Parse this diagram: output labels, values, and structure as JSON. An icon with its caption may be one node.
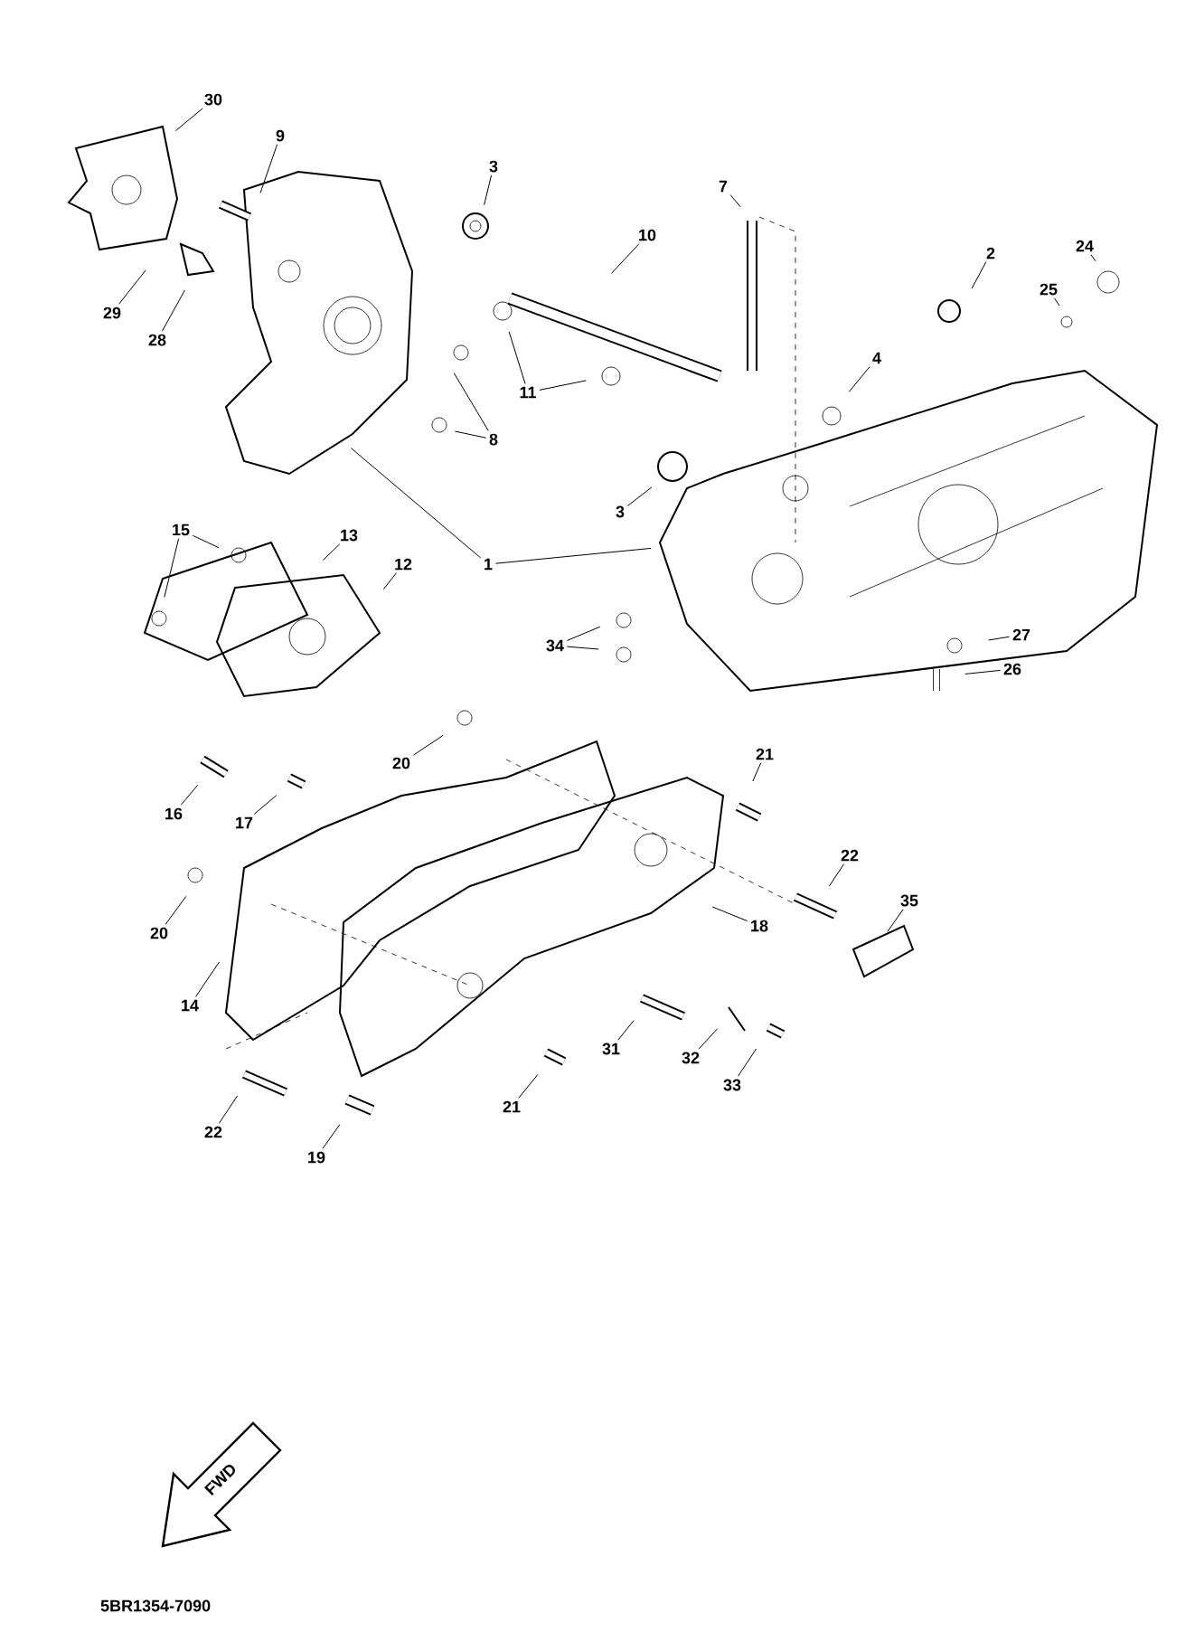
{
  "diagram": {
    "nodes": [
      {
        "text": [
          "30"
        ]
      },
      {
        "text": [
          "9"
        ]
      },
      {
        "text": [
          "3"
        ]
      },
      {
        "text": [
          "7"
        ]
      },
      {
        "text": [
          "10"
        ]
      },
      {
        "text": [
          "24"
        ]
      },
      {
        "text": [
          "2"
        ]
      },
      {
        "text": [
          "25"
        ]
      },
      {
        "text": [
          "29"
        ]
      },
      {
        "text": [
          "28"
        ]
      },
      {
        "text": [
          "11"
        ]
      },
      {
        "text": [
          "8"
        ]
      },
      {
        "text": [
          "4"
        ]
      },
      {
        "text": [
          "3"
        ]
      },
      {
        "text": [
          "1"
        ]
      },
      {
        "text": [
          "15"
        ]
      },
      {
        "text": [
          "13"
        ]
      },
      {
        "text": [
          "12"
        ]
      },
      {
        "text": [
          "34"
        ]
      },
      {
        "text": [
          "27"
        ]
      },
      {
        "text": [
          "26"
        ]
      },
      {
        "text": [
          "20"
        ]
      },
      {
        "text": [
          "21"
        ]
      },
      {
        "text": [
          "16"
        ]
      },
      {
        "text": [
          "17"
        ]
      },
      {
        "text": [
          "22"
        ]
      },
      {
        "text": [
          "35"
        ]
      },
      {
        "text": [
          "20"
        ]
      },
      {
        "text": [
          "18"
        ]
      },
      {
        "text": [
          "14"
        ]
      },
      {
        "text": [
          "31"
        ]
      },
      {
        "text": [
          "32"
        ]
      },
      {
        "text": [
          "33"
        ]
      },
      {
        "text": [
          "21"
        ]
      },
      {
        "text": [
          "22"
        ]
      },
      {
        "text": [
          "19"
        ]
      },
      {
        "text": [
          "FWD"
        ]
      }
    ],
    "edges": [
      {
        "from": 0,
        "to": null,
        "arrow": "none"
      },
      {
        "from": 1,
        "to": null,
        "arrow": "none"
      },
      {
        "from": 2,
        "to": null,
        "arrow": "none"
      },
      {
        "from": 3,
        "to": null,
        "arrow": "none"
      },
      {
        "from": 4,
        "to": null,
        "arrow": "none"
      },
      {
        "from": 5,
        "to": null,
        "arrow": "none"
      },
      {
        "from": 6,
        "to": null,
        "arrow": "none"
      },
      {
        "from": 7,
        "to": null,
        "arrow": "none"
      },
      {
        "from": 8,
        "to": null,
        "arrow": "none"
      },
      {
        "from": 9,
        "to": null,
        "arrow": "none"
      },
      {
        "from": 10,
        "to": null,
        "arrow": "none"
      },
      {
        "from": 10,
        "to": null,
        "arrow": "none"
      },
      {
        "from": 11,
        "to": null,
        "arrow": "none"
      },
      {
        "from": 11,
        "to": null,
        "arrow": "none"
      },
      {
        "from": 12,
        "to": null,
        "arrow": "none"
      },
      {
        "from": 13,
        "to": null,
        "arrow": "none"
      },
      {
        "from": 14,
        "to": null,
        "arrow": "none"
      },
      {
        "from": 14,
        "to": null,
        "arrow": "none"
      },
      {
        "from": 15,
        "to": null,
        "arrow": "none"
      },
      {
        "from": 15,
        "to": null,
        "arrow": "none"
      },
      {
        "from": 16,
        "to": null,
        "arrow": "none"
      },
      {
        "from": 17,
        "to": null,
        "arrow": "none"
      },
      {
        "from": 18,
        "to": null,
        "arrow": "none"
      },
      {
        "from": 18,
        "to": null,
        "arrow": "none"
      },
      {
        "from": 19,
        "to": null,
        "arrow": "none"
      },
      {
        "from": 20,
        "to": null,
        "arrow": "none"
      },
      {
        "from": 21,
        "to": null,
        "arrow": "none"
      },
      {
        "from": 22,
        "to": null,
        "arrow": "none"
      },
      {
        "from": 23,
        "to": null,
        "arrow": "none"
      },
      {
        "from": 24,
        "to": null,
        "arrow": "none"
      },
      {
        "from": 25,
        "to": null,
        "arrow": "none"
      },
      {
        "from": 26,
        "to": null,
        "arrow": "none"
      },
      {
        "from": 27,
        "to": null,
        "arrow": "none"
      },
      {
        "from": 28,
        "to": null,
        "arrow": "none"
      },
      {
        "from": 29,
        "to": null,
        "arrow": "none"
      },
      {
        "from": 30,
        "to": null,
        "arrow": "none"
      },
      {
        "from": 31,
        "to": null,
        "arrow": "none"
      },
      {
        "from": 32,
        "to": null,
        "arrow": "none"
      },
      {
        "from": 33,
        "to": null,
        "arrow": "none"
      },
      {
        "from": 34,
        "to": null,
        "arrow": "none"
      },
      {
        "from": 35,
        "to": null,
        "arrow": "none"
      }
    ],
    "labels": [
      "5BR1354-7090"
    ]
  }
}
